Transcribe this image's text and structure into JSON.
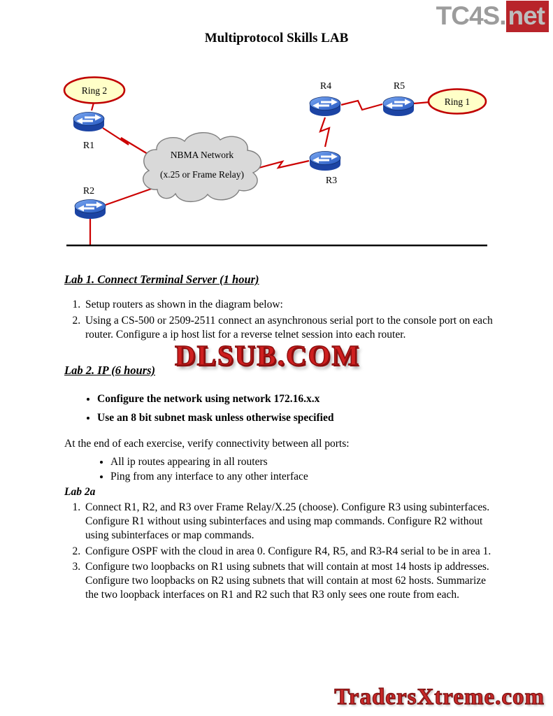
{
  "logo": {
    "gray": "TC4S.",
    "boxed": "net"
  },
  "page": {
    "title": "Multiprotocol Skills LAB",
    "watermark_mid": "DLSUB.COM",
    "watermark_bottom": "TradersXtreme.com"
  },
  "diagram": {
    "ring2_label": "Ring 2",
    "ring1_label": "Ring 1",
    "cloud_line1": "NBMA Network",
    "cloud_line2": "(x.25 or Frame Relay)",
    "routers": {
      "r1": "R1",
      "r2": "R2",
      "r3": "R3",
      "r4": "R4",
      "r5": "R5"
    }
  },
  "lab1": {
    "heading": "Lab 1.  Connect Terminal Server (1 hour)",
    "items": [
      "Setup routers as shown in the diagram below:",
      "Using a CS-500 or 2509-2511 connect an asynchronous serial port to the console port on each router.  Configure a ip host list for a reverse telnet session into each router."
    ]
  },
  "lab2": {
    "heading": "Lab 2.  IP (6 hours)",
    "bullets": [
      "Configure the network using network 172.16.x.x",
      "Use an 8 bit subnet mask unless otherwise specified"
    ],
    "verify_intro": "At the end of each exercise, verify connectivity between all ports:",
    "verify_items": [
      "All ip routes appearing in all routers",
      "Ping from any interface to any other interface"
    ],
    "lab2a_heading": "Lab 2a",
    "lab2a_items": [
      "Connect R1, R2, and R3 over Frame Relay/X.25 (choose).  Configure R3 using subinterfaces. Configure R1 without using subinterfaces and using map commands.  Configure R2 without using subinterfaces or map commands.",
      "Configure OSPF with the cloud in area 0.  Configure R4, R5, and R3-R4  serial to be in area 1.",
      "Configure two loopbacks on R1 using subnets that will contain at most 14 hosts ip addresses. Configure two loopbacks on R2 using subnets that will contain at most 62 hosts. Summarize the two loopback interfaces on R1 and R2 such that  R3 only sees one route from each."
    ]
  },
  "colors": {
    "router_blue": "#1c44a4",
    "link_red": "#cc0000",
    "ring_fill": "#ffffc8",
    "ring_border": "#c00000",
    "cloud_fill": "#d9d9d9",
    "watermark_red": "#cf1f1f",
    "logo_gray": "#9c9c9c"
  }
}
